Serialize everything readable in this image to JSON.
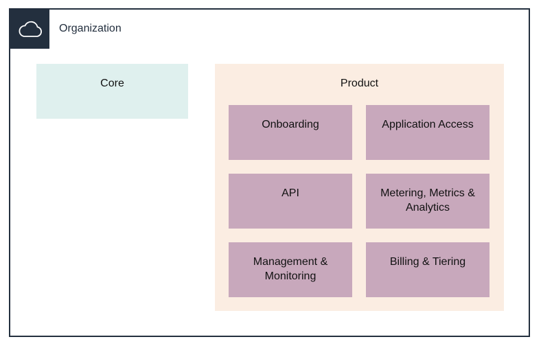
{
  "organization": {
    "label": "Organization",
    "icon": "cloud-icon",
    "border_color": "#232f3e"
  },
  "core": {
    "title": "Core",
    "color": "#dff0ee"
  },
  "product": {
    "title": "Product",
    "color": "#fbede2",
    "tile_color": "#c8a8bc",
    "tiles": [
      {
        "label": "Onboarding"
      },
      {
        "label": "Application Access"
      },
      {
        "label": "API"
      },
      {
        "label": "Metering, Metrics & Analytics"
      },
      {
        "label": "Management & Monitoring"
      },
      {
        "label": "Billing & Tiering"
      }
    ]
  }
}
